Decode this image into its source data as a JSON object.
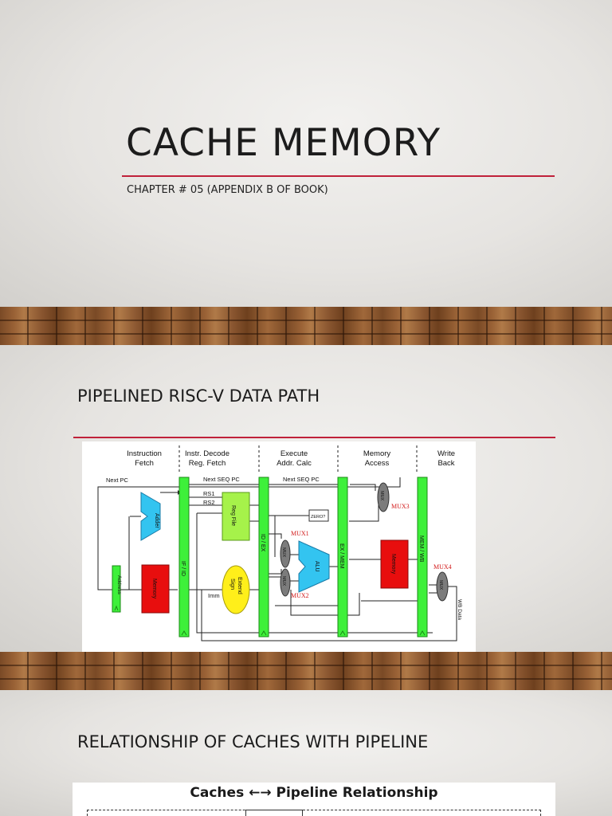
{
  "slides": [
    {
      "title": "CACHE MEMORY",
      "subtitle": "CHAPTER # 05 (APPENDIX B OF BOOK)"
    },
    {
      "title": "PIPELINED RISC-V DATA PATH",
      "diagram": {
        "stage_headers": [
          {
            "line1": "Instruction",
            "line2": "Fetch"
          },
          {
            "line1": "Instr. Decode",
            "line2": "Reg. Fetch"
          },
          {
            "line1": "Execute",
            "line2": "Addr. Calc"
          },
          {
            "line1": "Memory",
            "line2": "Access"
          },
          {
            "line1": "Write",
            "line2": "Back"
          }
        ],
        "pipeline_registers": [
          "IF / ID",
          "ID / EX",
          "EX / MEM",
          "MEM / WB"
        ],
        "labels": {
          "next_pc": "Next PC",
          "next_seq_pc_1": "Next SEQ PC",
          "next_seq_pc_2": "Next SEQ PC",
          "rs1": "RS1",
          "rs2": "RS2",
          "imm": "Imm",
          "wb_data": "WB Data",
          "adder": "Adder",
          "address": "Address",
          "memory": "Memory",
          "reg_file": "Reg File",
          "sign_extend_1": "Sign",
          "sign_extend_2": "Extend",
          "zero": "ZERO?",
          "alu": "ALU",
          "data_memory": "Memory",
          "mux": "MUX",
          "mux1": "MUX1",
          "mux2": "MUX2",
          "mux3": "MUX3",
          "mux4": "MUX4"
        }
      }
    },
    {
      "title": "RELATIONSHIP OF CACHES WITH PIPELINE",
      "figure_title": "Caches ←→ Pipeline Relationship"
    }
  ],
  "colors": {
    "accent_rule": "#c0213a",
    "pipeline_register": "#3ef03a",
    "adder_alu": "#33c4f0",
    "memory_block": "#e80e0e",
    "reg_file": "#a6f24a",
    "sign_extend": "#ffef1a",
    "mux": "#7c7c7c",
    "mux_label": "#d21a1a"
  }
}
